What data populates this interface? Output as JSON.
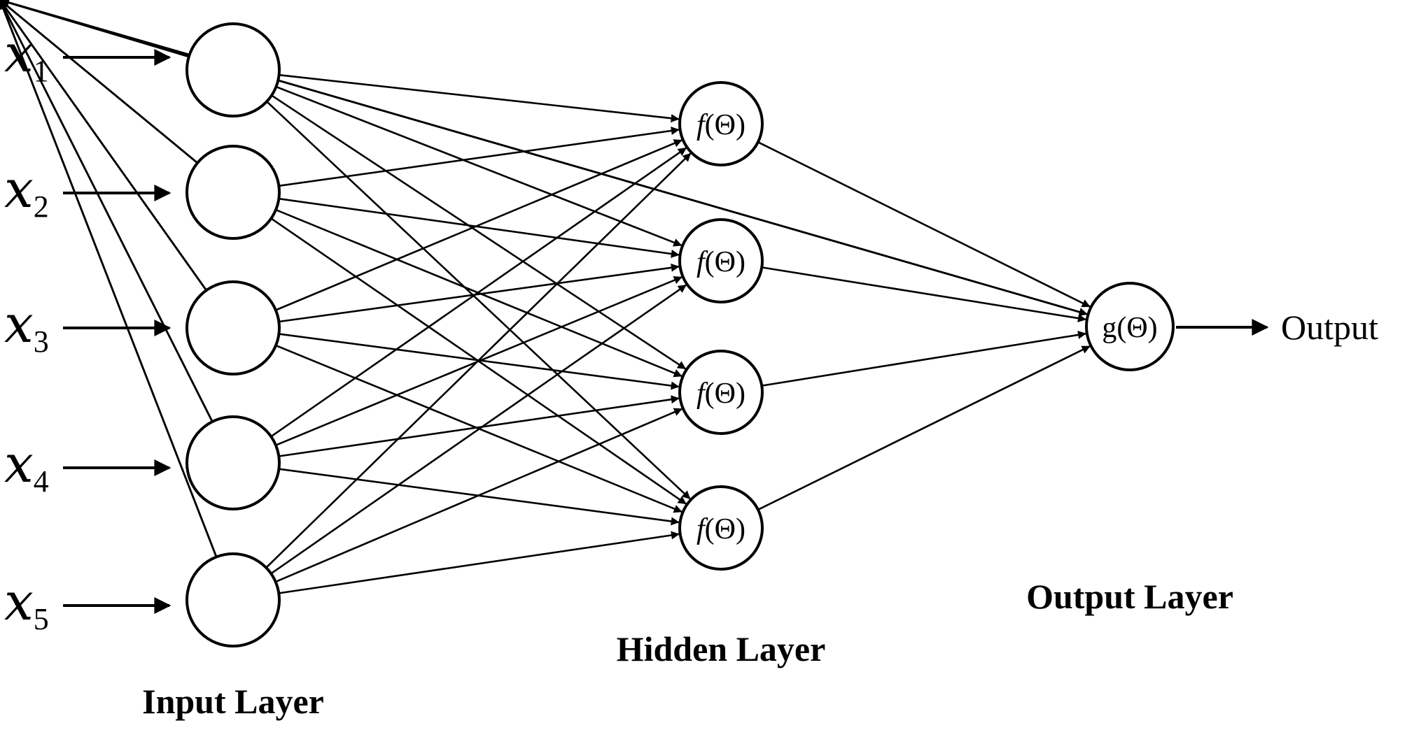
{
  "colors": {
    "background": "#ffffff",
    "ink": "#000000"
  },
  "inputs": [
    {
      "letter": "x",
      "subscript": "1"
    },
    {
      "letter": "x",
      "subscript": "2"
    },
    {
      "letter": "x",
      "subscript": "3"
    },
    {
      "letter": "x",
      "subscript": "4"
    },
    {
      "letter": "x",
      "subscript": "5"
    }
  ],
  "hidden_nodes": [
    {
      "fn": "f",
      "arg": "(Θ)"
    },
    {
      "fn": "f",
      "arg": "(Θ)"
    },
    {
      "fn": "f",
      "arg": "(Θ)"
    },
    {
      "fn": "f",
      "arg": "(Θ)"
    }
  ],
  "output_node": {
    "fn": "g",
    "arg": "(Θ)"
  },
  "output_label": "Output",
  "layer_labels": {
    "input": "Input Layer",
    "hidden": "Hidden Layer",
    "output": "Output Layer"
  }
}
